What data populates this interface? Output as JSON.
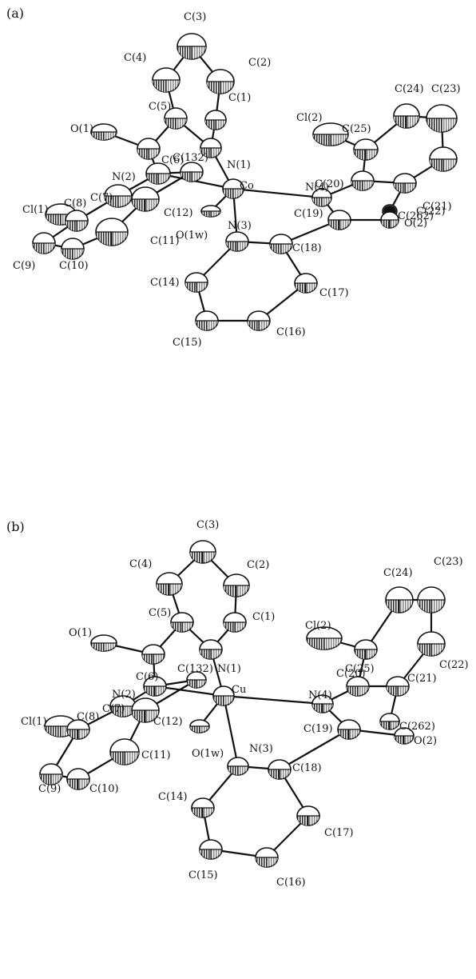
{
  "panels": [
    {
      "label": "(a)",
      "metal": "Co",
      "atoms": [
        {
          "id": "C3",
          "text": "C(3)"
        },
        {
          "id": "C4",
          "text": "C(4)"
        },
        {
          "id": "C2",
          "text": "C(2)"
        },
        {
          "id": "C1",
          "text": "C(1)"
        },
        {
          "id": "C5",
          "text": "C(5)"
        },
        {
          "id": "O1",
          "text": "O(1)"
        },
        {
          "id": "C6",
          "text": "C(6)"
        },
        {
          "id": "N1",
          "text": "N(1)"
        },
        {
          "id": "Cl2",
          "text": "Cl(2)"
        },
        {
          "id": "C24",
          "text": "C(24)"
        },
        {
          "id": "C23",
          "text": "C(23)"
        },
        {
          "id": "C25",
          "text": "C(25)"
        },
        {
          "id": "C20",
          "text": "C(20)"
        },
        {
          "id": "C22",
          "text": "C(22)"
        },
        {
          "id": "C21",
          "text": "C(21)"
        },
        {
          "id": "C132",
          "text": "C(132)"
        },
        {
          "id": "N2",
          "text": "N(2)"
        },
        {
          "id": "M",
          "text": "Co"
        },
        {
          "id": "N4",
          "text": "N(4)"
        },
        {
          "id": "C7",
          "text": "C(7)"
        },
        {
          "id": "C12",
          "text": "C(12)"
        },
        {
          "id": "C262",
          "text": "C(262)"
        },
        {
          "id": "Cl1",
          "text": "Cl(1)"
        },
        {
          "id": "C8",
          "text": "C(8)"
        },
        {
          "id": "C19",
          "text": "C(19)"
        },
        {
          "id": "O2",
          "text": "O(2)"
        },
        {
          "id": "O1w",
          "text": "O(1w)"
        },
        {
          "id": "C11",
          "text": "C(11)"
        },
        {
          "id": "N3",
          "text": "N(3)"
        },
        {
          "id": "C18",
          "text": "C(18)"
        },
        {
          "id": "C9",
          "text": "C(9)"
        },
        {
          "id": "C10",
          "text": "C(10)"
        },
        {
          "id": "C14",
          "text": "C(14)"
        },
        {
          "id": "C17",
          "text": "C(17)"
        },
        {
          "id": "C15",
          "text": "C(15)"
        },
        {
          "id": "C16",
          "text": "C(16)"
        }
      ]
    },
    {
      "label": "(b)",
      "metal": "Cu",
      "atoms": [
        {
          "id": "C3",
          "text": "C(3)"
        },
        {
          "id": "C4",
          "text": "C(4)"
        },
        {
          "id": "C2",
          "text": "C(2)"
        },
        {
          "id": "C23",
          "text": "C(23)"
        },
        {
          "id": "C24",
          "text": "C(24)"
        },
        {
          "id": "Cl2",
          "text": "Cl(2)"
        },
        {
          "id": "O1",
          "text": "O(1)"
        },
        {
          "id": "C5",
          "text": "C(5)"
        },
        {
          "id": "C1",
          "text": "C(1)"
        },
        {
          "id": "C25",
          "text": "C(25)"
        },
        {
          "id": "C22",
          "text": "C(22)"
        },
        {
          "id": "C6",
          "text": "C(6)"
        },
        {
          "id": "N1",
          "text": "N(1)"
        },
        {
          "id": "C20",
          "text": "C(20)"
        },
        {
          "id": "C21",
          "text": "C(21)"
        },
        {
          "id": "C132",
          "text": "C(132)"
        },
        {
          "id": "N2",
          "text": "N(2)"
        },
        {
          "id": "M",
          "text": "Cu"
        },
        {
          "id": "N4",
          "text": "N(4)"
        },
        {
          "id": "C7",
          "text": "C(7)"
        },
        {
          "id": "C262",
          "text": "C(262)"
        },
        {
          "id": "Cl1",
          "text": "Cl(1)"
        },
        {
          "id": "C8",
          "text": "C(8)"
        },
        {
          "id": "C12",
          "text": "C(12)"
        },
        {
          "id": "C19",
          "text": "C(19)"
        },
        {
          "id": "O2",
          "text": "O(2)"
        },
        {
          "id": "O1w",
          "text": "O(1w)"
        },
        {
          "id": "N3",
          "text": "N(3)"
        },
        {
          "id": "C11",
          "text": "C(11)"
        },
        {
          "id": "C18",
          "text": "C(18)"
        },
        {
          "id": "C9",
          "text": "C(9)"
        },
        {
          "id": "C10",
          "text": "C(10)"
        },
        {
          "id": "C14",
          "text": "C(14)"
        },
        {
          "id": "C17",
          "text": "C(17)"
        },
        {
          "id": "C15",
          "text": "C(15)"
        },
        {
          "id": "C16",
          "text": "C(16)"
        }
      ]
    }
  ]
}
